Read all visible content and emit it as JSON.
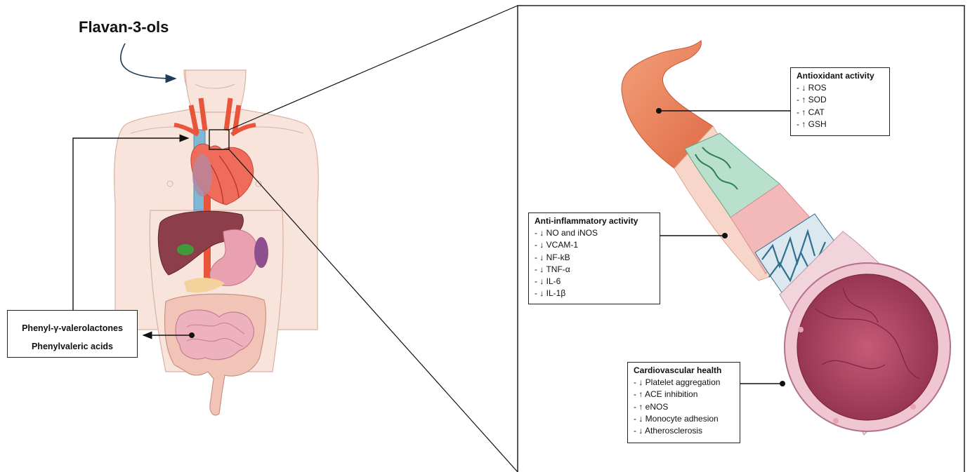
{
  "title": "Flavan-3-ols",
  "metabolites": [
    "Phenyl-γ-valerolactones",
    "Phenylvaleric acids"
  ],
  "boxes": {
    "antioxidant": {
      "heading": "Antioxidant activity",
      "items": [
        "- ↓ ROS",
        "- ↑ SOD",
        "- ↑ CAT",
        "- ↑ GSH"
      ]
    },
    "anti_inflammatory": {
      "heading": "Anti-inflammatory activity",
      "items": [
        "- ↓ NO and iNOS",
        "- ↓ VCAM-1",
        "- ↓ NF-kB",
        "- ↓ TNF-α",
        "- ↓ IL-6",
        "- ↓ IL-1β"
      ]
    },
    "cardiovascular": {
      "heading": "Cardiovascular health",
      "items": [
        "- ↓ Platelet aggregation",
        "- ↑ ACE inhibition",
        "- ↑ eNOS",
        "- ↓ Monocyte adhesion",
        "- ↓ Atherosclerosis"
      ]
    }
  },
  "colors": {
    "skin": "#f8e4da",
    "skin_outline": "#d8b2a4",
    "artery": "#e8553a",
    "vein": "#7fb8d6",
    "liver": "#8c3f4a",
    "stomach": "#e9a0b0",
    "intestine": "#eeb2bf",
    "colon": "#f2c4b8",
    "vessel_wall": "#f3c0c6",
    "lumen": "#b4465f",
    "green_layer": "#9dd3b8",
    "blue_layer": "#2f6f8f"
  }
}
